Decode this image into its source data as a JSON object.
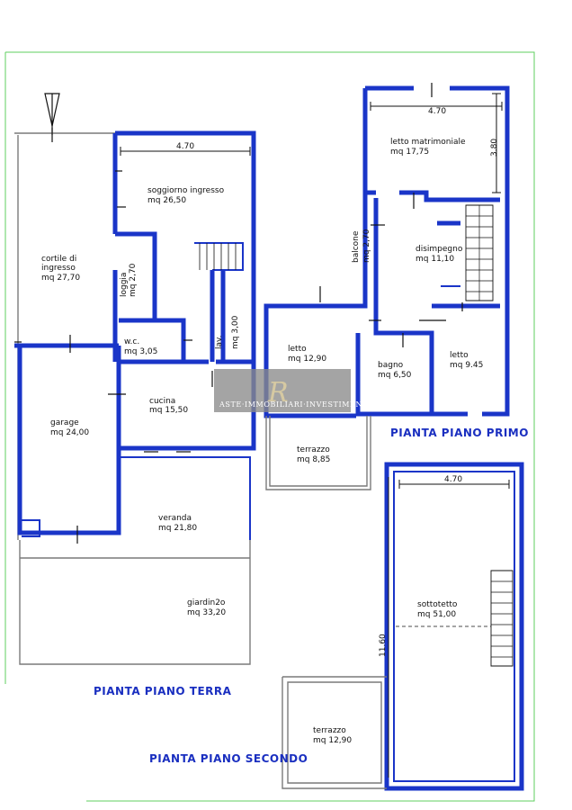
{
  "titles": {
    "ground": "PIANTA PIANO TERRA",
    "first": "PIANTA PIANO PRIMO",
    "second": "PIANTA PIANO SECONDO"
  },
  "dimensions": {
    "ground_width": "4.70",
    "first_width": "4.70",
    "first_depth": "3.80",
    "second_width": "4.70",
    "second_depth": "11.60"
  },
  "rooms": {
    "cortile": {
      "name": "cortile di\ningresso",
      "area": "mq 27,70"
    },
    "soggiorno": {
      "name": "soggiorno ingresso",
      "area": "mq 26,50"
    },
    "loggia": {
      "name": "loggia",
      "area": "mq 2,70"
    },
    "wc": {
      "name": "w.c.",
      "area": "mq 3,05"
    },
    "lav": {
      "name": "lav.",
      "area": "mq 3,00"
    },
    "cucina": {
      "name": "cucina",
      "area": "mq 15,50"
    },
    "garage": {
      "name": "garage",
      "area": "mq 24,00"
    },
    "veranda": {
      "name": "veranda",
      "area": "mq 21,80"
    },
    "giardino": {
      "name": "giardin2o",
      "area": "mq 33,20"
    },
    "letto_matrimoniale": {
      "name": "letto matrimoniale",
      "area": "mq 17,75"
    },
    "balcone": {
      "name": "balcone",
      "area": "mq 2,70"
    },
    "disimpegno": {
      "name": "disimpegno",
      "area": "mq 11,10"
    },
    "letto1": {
      "name": "letto",
      "area": "mq 12,90"
    },
    "bagno": {
      "name": "bagno",
      "area": "mq 6,50"
    },
    "letto2": {
      "name": "letto",
      "area": "mq 9.45"
    },
    "terrazzo1": {
      "name": "terrazzo",
      "area": "mq 8,85"
    },
    "sottotetto": {
      "name": "sottotetto",
      "area": "mq 51,00"
    },
    "terrazzo2": {
      "name": "terrazzo",
      "area": "mq 12,90"
    }
  },
  "watermark": {
    "logo": "R",
    "text": "ASTE·IMMOBILIARI·INVESTIMENTI"
  },
  "colors": {
    "walls": "#1a35c8",
    "titles": "#1a2fc0",
    "frame": "#5fcf5f"
  }
}
